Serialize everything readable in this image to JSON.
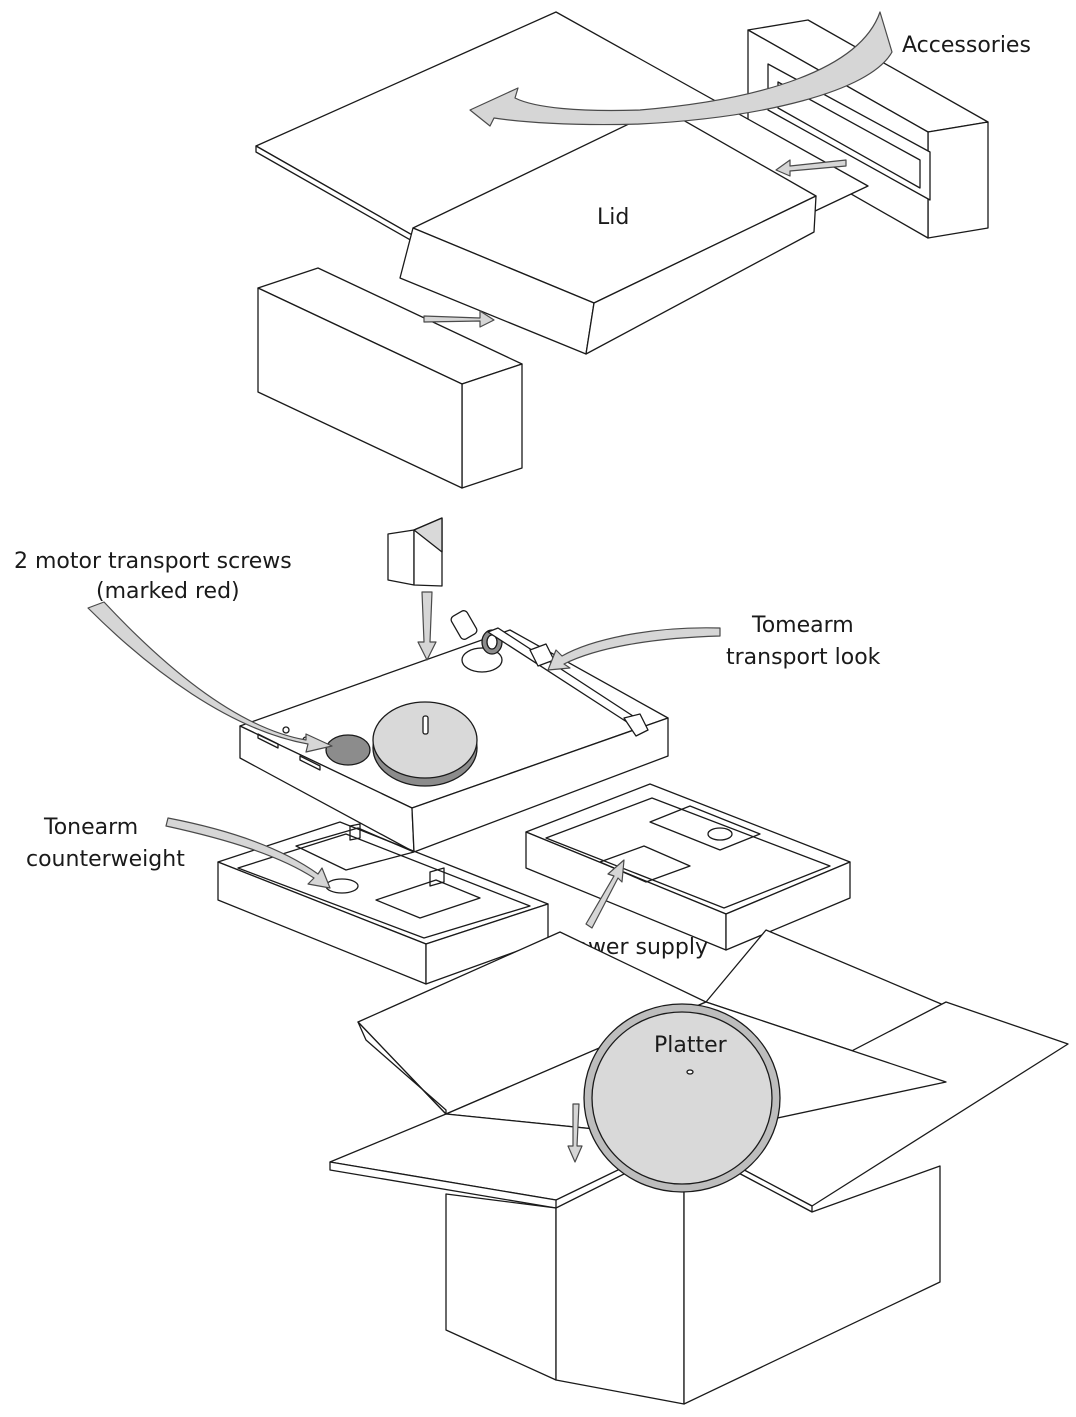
{
  "labels": {
    "accessories": "Accessories",
    "lid": "Lid",
    "motor_screws_line1": "2 motor transport screws",
    "motor_screws_line2": "(marked red)",
    "tonearm_lock_line1": "Tomearm",
    "tonearm_lock_line2": "transport look",
    "counterweight_line1": "Tonearm",
    "counterweight_line2": "counterweight",
    "power_supply": "Power supply",
    "platter": "Platter"
  },
  "colors": {
    "line": "#1a1a1a",
    "part_fill": "#d9d9d9",
    "arrow_fill": "#d6d6d6",
    "dark_part": "#8c8c8c",
    "background": "#ffffff"
  }
}
